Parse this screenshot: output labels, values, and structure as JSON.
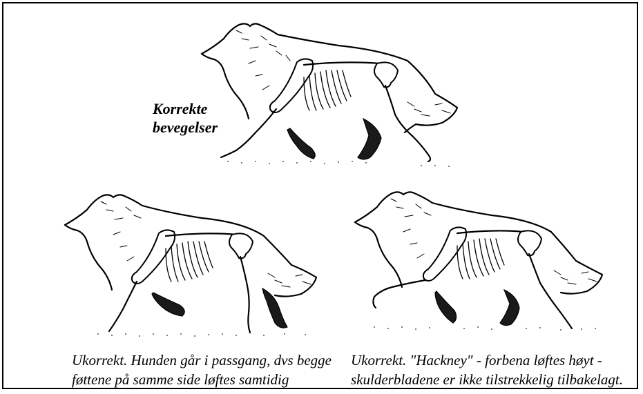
{
  "figure": {
    "heading_line1": "Korrekte",
    "heading_line2": "bevegelser",
    "caption_left_line1": "Ukorrekt. Hunden går i passgang, dvs begge",
    "caption_left_line2": "føttene på samme side løftes samtidig",
    "caption_right_line1": "Ukorrekt. \"Hackney\" - forbena løftes høyt -",
    "caption_right_line2": "skulderbladene er ikke tilstrekkelig tilbakelagt."
  },
  "illustrations": [
    {
      "id": "correct-gait",
      "subject": "collie-skeleton-overlay"
    },
    {
      "id": "pacing-gait",
      "subject": "collie-skeleton-overlay"
    },
    {
      "id": "hackney-gait",
      "subject": "collie-skeleton-overlay"
    }
  ]
}
